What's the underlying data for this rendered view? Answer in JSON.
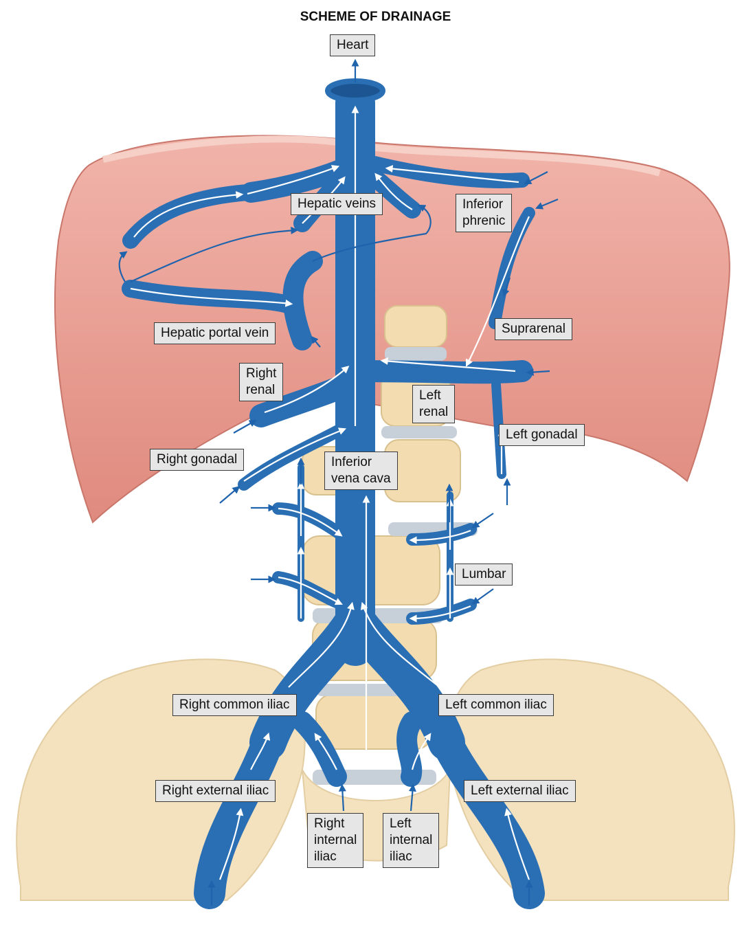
{
  "title": "SCHEME OF DRAINAGE",
  "labels": {
    "heart": "Heart",
    "hepatic_veins": "Hepatic veins",
    "inferior_phrenic": "Inferior\nphrenic",
    "hepatic_portal_vein": "Hepatic portal vein",
    "suprarenal": "Suprarenal",
    "right_renal": "Right\nrenal",
    "left_renal": "Left\nrenal",
    "left_gonadal": "Left gonadal",
    "right_gonadal": "Right gonadal",
    "inferior_vena_cava": "Inferior\nvena cava",
    "lumbar": "Lumbar",
    "right_common_iliac": "Right common iliac",
    "left_common_iliac": "Left common iliac",
    "right_external_iliac": "Right external iliac",
    "left_external_iliac": "Left external iliac",
    "right_internal_iliac": "Right\ninternal\niliac",
    "left_internal_iliac": "Left\ninternal\niliac"
  },
  "colors": {
    "vein": "#2a6fb4",
    "vein_dark": "#1c5592",
    "liver": "#e89a8f",
    "bone": "#f3dfb8",
    "flow_arrow": "#ffffff",
    "inflow_arrow": "#1f63ad"
  }
}
